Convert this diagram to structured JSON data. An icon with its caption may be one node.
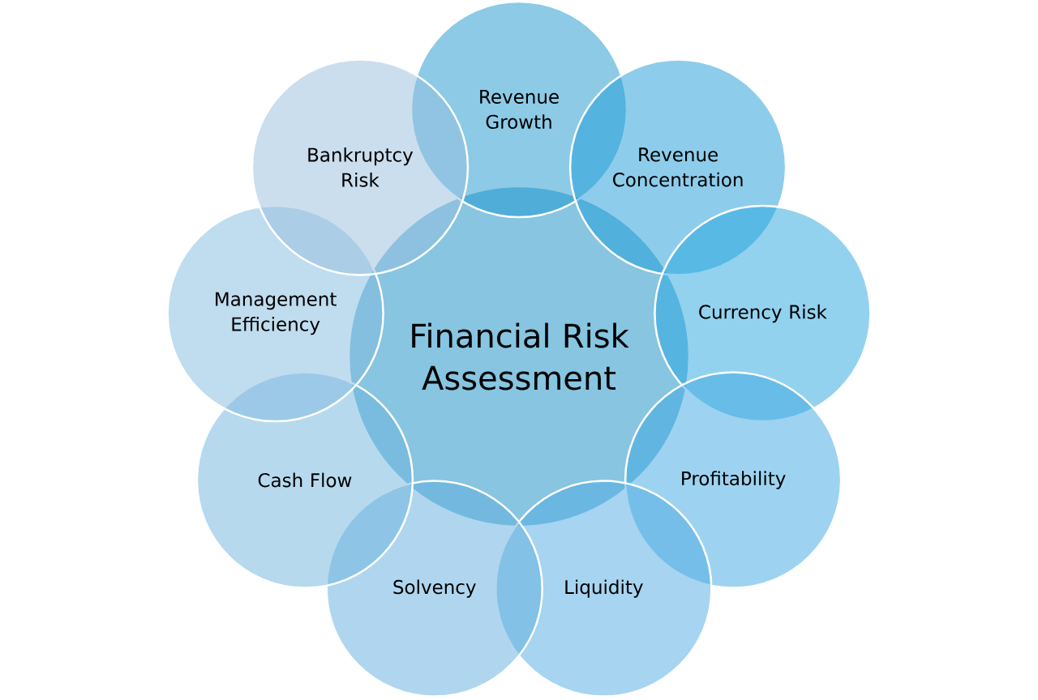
{
  "diagram": {
    "nodes": [
      {
        "text": [
          "Financial Risk Assessment"
        ]
      },
      {
        "text": [
          "Revenue Growth"
        ]
      },
      {
        "text": [
          "Revenue Concentration"
        ]
      },
      {
        "text": [
          "Currency Risk"
        ]
      },
      {
        "text": [
          "Profitability"
        ]
      },
      {
        "text": [
          "Liquidity"
        ]
      },
      {
        "text": [
          "Solvency"
        ]
      },
      {
        "text": [
          "Cash Flow"
        ]
      },
      {
        "text": [
          "Management Efficiency"
        ]
      },
      {
        "text": [
          "Bankruptcy Risk"
        ]
      }
    ]
  }
}
